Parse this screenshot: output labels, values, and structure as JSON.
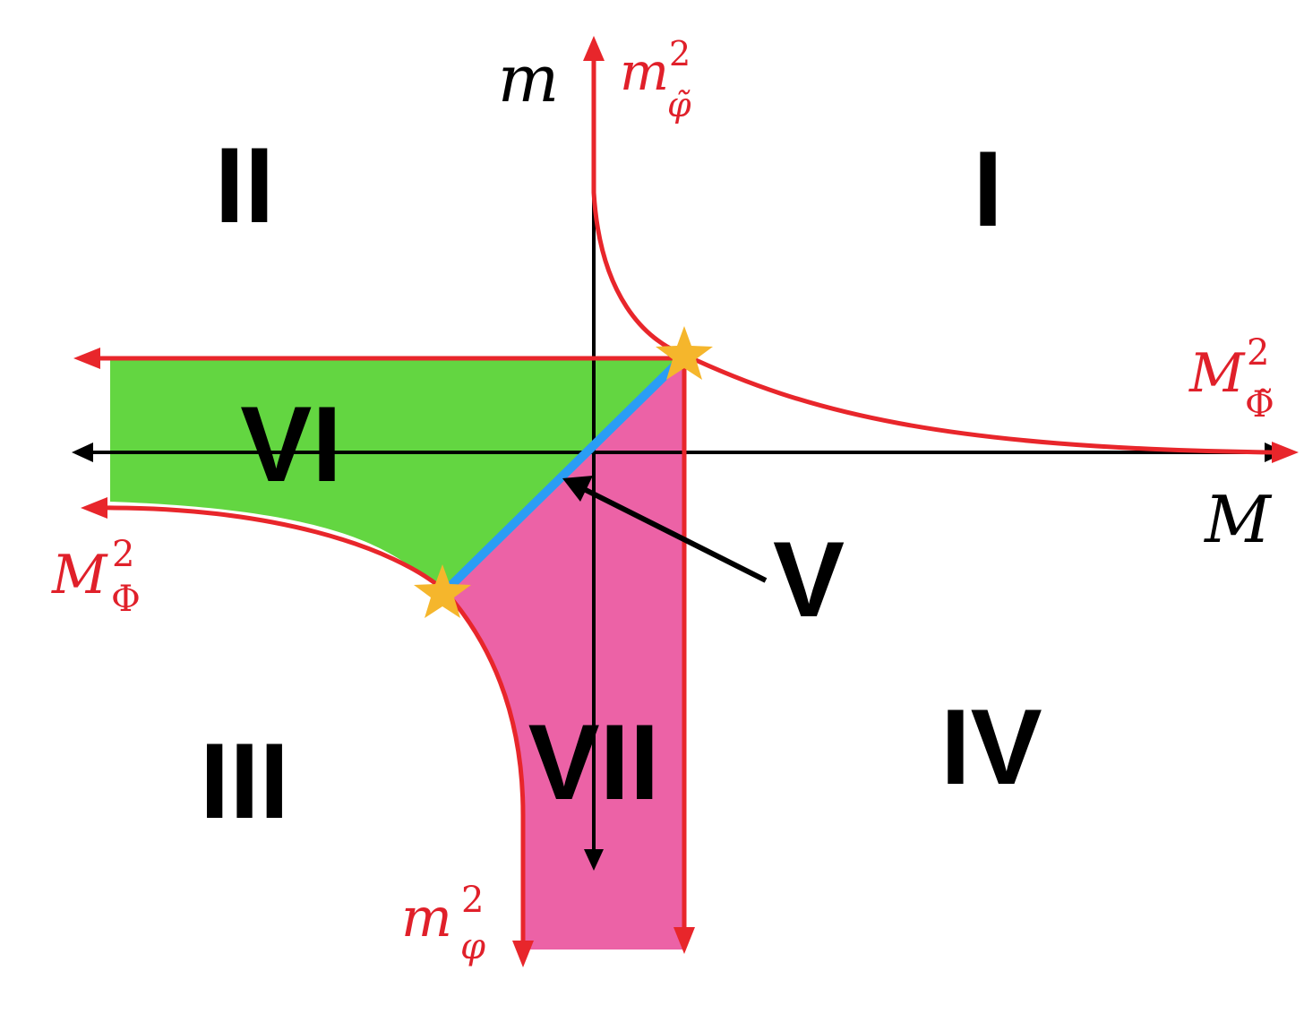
{
  "regions": {
    "I": "I",
    "II": "II",
    "III": "III",
    "IV": "IV",
    "V": "V",
    "VI": "VI",
    "VII": "VII"
  },
  "axes": {
    "horizontal": "M",
    "vertical": "m"
  },
  "curve_labels": {
    "top": {
      "base": "m",
      "sup": "2",
      "sub": "φ̃"
    },
    "right": {
      "base": "M",
      "sup": "2",
      "sub": "Φ̃"
    },
    "left": {
      "base": "M",
      "sup": "2",
      "sub": "Φ"
    },
    "bottom": {
      "base": "m",
      "sup": "2",
      "sub": "φ"
    }
  },
  "colors": {
    "curve": "#e8262b",
    "region_VI": "#63d641",
    "region_VII": "#ec62a6",
    "line_V": "#2a9df4",
    "star": "#f5b62c",
    "axis": "#000000"
  }
}
